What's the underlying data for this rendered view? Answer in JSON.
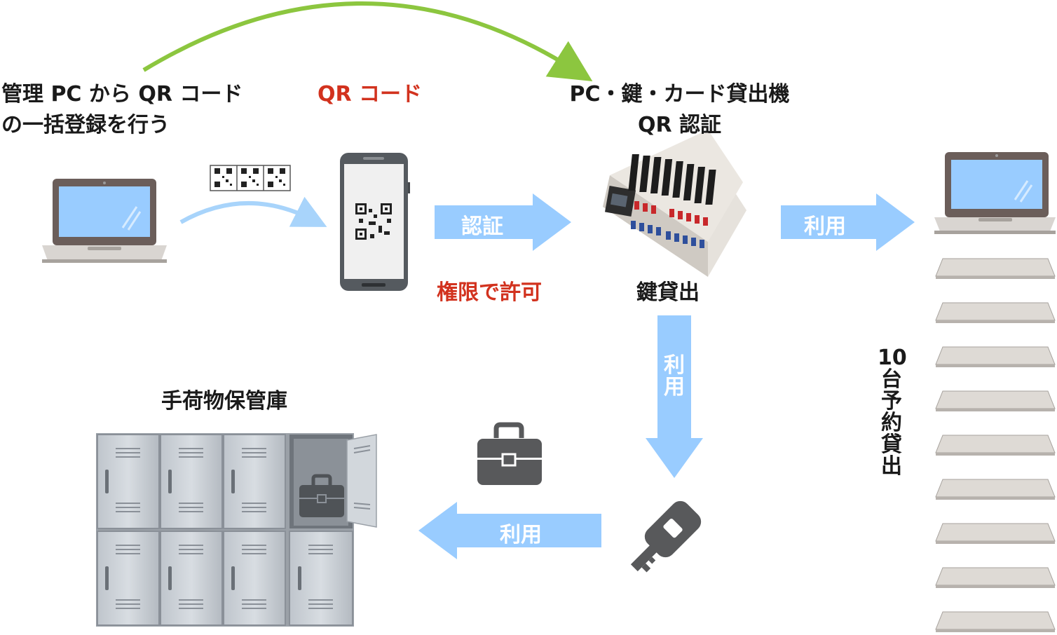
{
  "top_left_caption": {
    "line1": "管理 PC から QR コード",
    "line2": "の一括登録を行う"
  },
  "qr_caption": "QR コード",
  "machine_caption": {
    "line1": "PC・鍵・カード貸出機",
    "line2": "QR 認証"
  },
  "arrow_auth_label": "認証",
  "permission_caption": "権限で許可",
  "key_lending_caption": "鍵貸出",
  "arrow_use_right_label": "利用",
  "arrow_use_down_label": [
    "利",
    "用"
  ],
  "arrow_use_left_label": "利用",
  "locker_caption": "手荷物保管庫",
  "reservation_caption": [
    "10",
    "台",
    "予",
    "約",
    "貸",
    "出"
  ],
  "colors": {
    "green_arrow": "#8cc63f",
    "blue_arrow": "#99ccff",
    "red_text": "#d2321e",
    "qr_arrow": "#a8d4fb"
  },
  "icons": [
    "laptop-icon",
    "qr-code-icon",
    "smartphone-icon",
    "key-cabinet-icon",
    "laptop-stack-icon",
    "key-icon",
    "briefcase-icon",
    "locker-icon"
  ]
}
